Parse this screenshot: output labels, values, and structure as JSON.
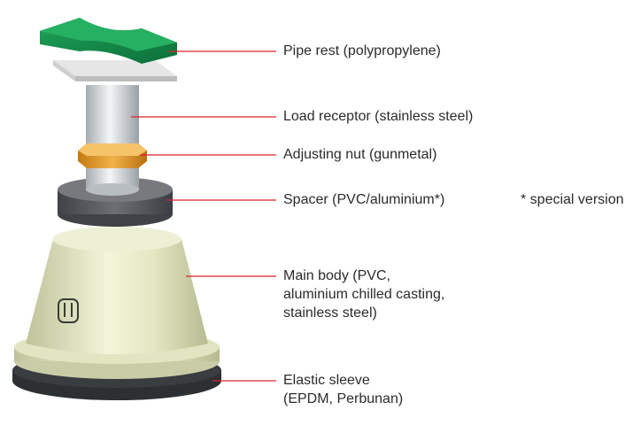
{
  "labels": {
    "pipe_rest": "Pipe rest (polypropylene)",
    "load_receptor": "Load receptor (stainless steel)",
    "adjusting_nut": "Adjusting nut (gunmetal)",
    "spacer": "Spacer (PVC/aluminium*)",
    "main_body_line1": "Main body (PVC,",
    "main_body_line2": "aluminium chilled casting,",
    "main_body_line3": "stainless steel)",
    "elastic_sleeve_line1": "Elastic sleeve",
    "elastic_sleeve_line2": "(EPDM, Perbunan)"
  },
  "note": "* special version",
  "colors": {
    "leader_line": "#d9232d",
    "pipe_rest": "#138a4a",
    "plate": "#dcdcdc",
    "steel": "#cfd3d6",
    "nut": "#e39b2b",
    "spacer": "#5d5f63",
    "body": "#e6e8c8",
    "sleeve": "#2d3033"
  },
  "icons": {
    "logo": "bd-logo-icon"
  }
}
